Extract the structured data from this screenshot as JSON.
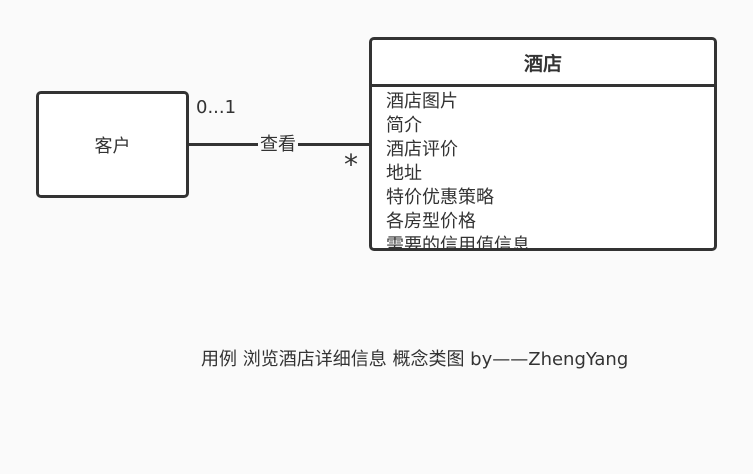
{
  "customer": {
    "label": "客户"
  },
  "hotel": {
    "title": "酒店",
    "attributes": [
      "酒店图片",
      "简介",
      "酒店评价",
      "地址",
      "特价优惠策略",
      "各房型价格",
      "需要的信用值信息"
    ]
  },
  "association": {
    "label": "查看",
    "customer_multiplicity": "0...1",
    "hotel_multiplicity": "*"
  },
  "caption": "用例 浏览酒店详细信息 概念类图 by——ZhengYang",
  "colors": {
    "background": "#fafafa",
    "box_fill": "#ffffff",
    "stroke": "#333333"
  }
}
